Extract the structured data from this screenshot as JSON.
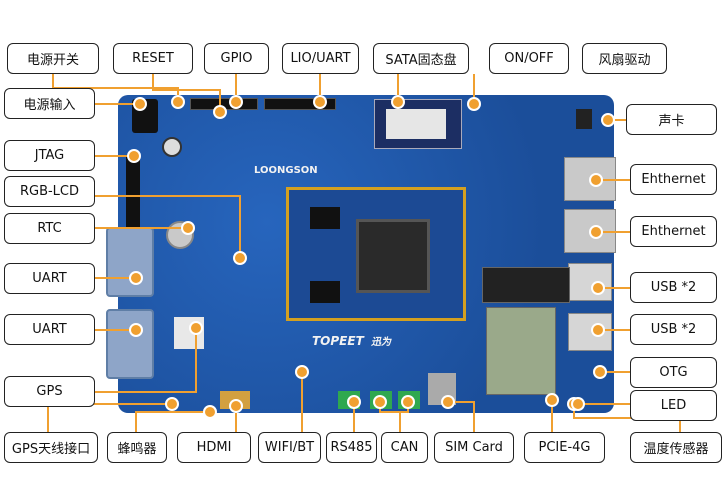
{
  "labels": {
    "power_switch": "电源开关",
    "reset": "RESET",
    "gpio": "GPIO",
    "lio_uart": "LIO/UART",
    "sata": "SATA固态盘",
    "on_off": "ON/OFF",
    "fan": "风扇驱动",
    "power_in": "电源输入",
    "sound": "声卡",
    "jtag": "JTAG",
    "ethernet_1": "Ehthernet",
    "rgb_lcd": "RGB-LCD",
    "ethernet_2": "Ehthernet",
    "rtc": "RTC",
    "uart_1": "UART",
    "usb_1": "USB *2",
    "uart_2": "UART",
    "usb_2": "USB *2",
    "otg": "OTG",
    "gps": "GPS",
    "led": "LED",
    "gps_antenna": "GPS天线接口",
    "buzzer": "蜂鸣器",
    "hdmi": "HDMI",
    "wifi_bt": "WIFI/BT",
    "rs485": "RS485",
    "can": "CAN",
    "sim_card": "SIM Card",
    "pcie_4g": "PCIE-4G",
    "temp_sensor": "温度传感器"
  },
  "board": {
    "brand": "LOONGSON",
    "maker": "TOPEET",
    "maker_cn": "迅为"
  },
  "colors": {
    "board": "#1f56a8",
    "connector_dot": "#f0a030",
    "leader_line": "#f0a030",
    "label_border": "#222222"
  }
}
